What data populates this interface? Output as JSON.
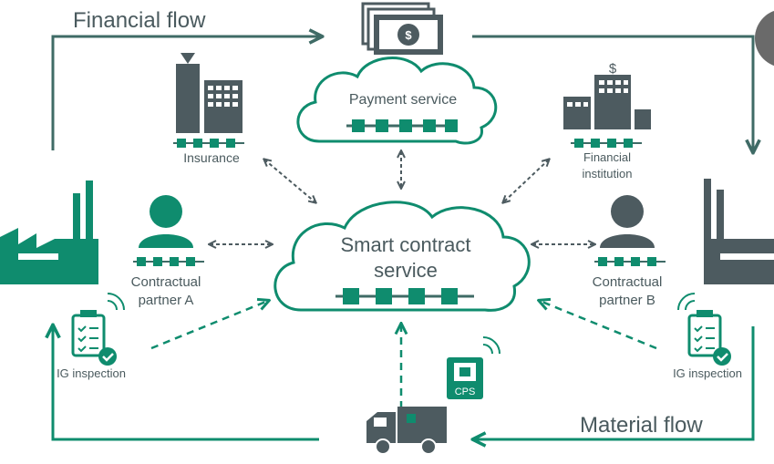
{
  "flows": {
    "financial": "Financial flow",
    "material": "Material flow"
  },
  "payment_service": {
    "label": "Payment service"
  },
  "smart_contract": {
    "line1": "Smart contract",
    "line2": "service"
  },
  "insurance": {
    "label": "Insurance"
  },
  "financial_institution": {
    "line1": "Financial",
    "line2": "institution"
  },
  "partner_a": {
    "line1": "Contractual",
    "line2": "partner A"
  },
  "partner_b": {
    "line1": "Contractual",
    "line2": "partner B"
  },
  "inspection_left": {
    "label": "IG inspection"
  },
  "inspection_right": {
    "label": "IG inspection"
  },
  "cps": {
    "label": "CPS"
  },
  "colors": {
    "green": "#0f8c6e",
    "slate": "#4d5b60",
    "teal_line": "#3f6b66"
  }
}
